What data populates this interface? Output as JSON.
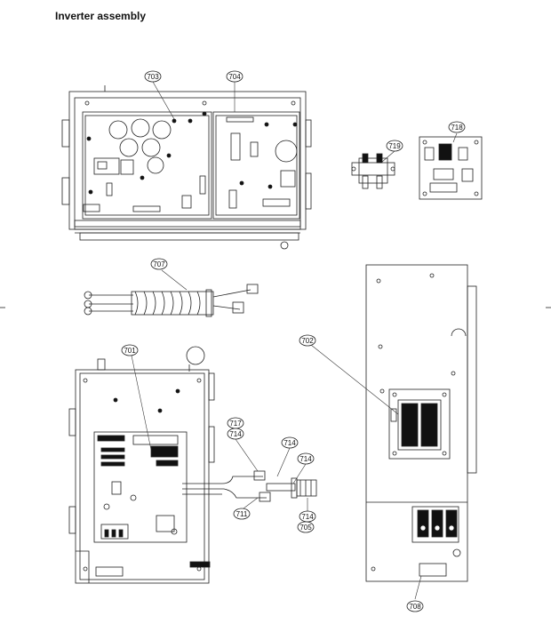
{
  "page": {
    "title": "Inverter assembly"
  },
  "callouts": [
    {
      "id": "c703",
      "label": "703"
    },
    {
      "id": "c704",
      "label": "704"
    },
    {
      "id": "c719",
      "label": "719"
    },
    {
      "id": "c718",
      "label": "718"
    },
    {
      "id": "c707",
      "label": "707"
    },
    {
      "id": "c702",
      "label": "702"
    },
    {
      "id": "c701",
      "label": "701"
    },
    {
      "id": "c717",
      "label": "717"
    },
    {
      "id": "c714a",
      "label": "714"
    },
    {
      "id": "c714b",
      "label": "714"
    },
    {
      "id": "c714c",
      "label": "714"
    },
    {
      "id": "c711",
      "label": "711"
    },
    {
      "id": "c714d",
      "label": "714"
    },
    {
      "id": "c705",
      "label": "705"
    },
    {
      "id": "c708",
      "label": "708"
    }
  ],
  "colors": {
    "line": "#222222",
    "fill_dark": "#111111",
    "fill_light": "#ffffff"
  }
}
